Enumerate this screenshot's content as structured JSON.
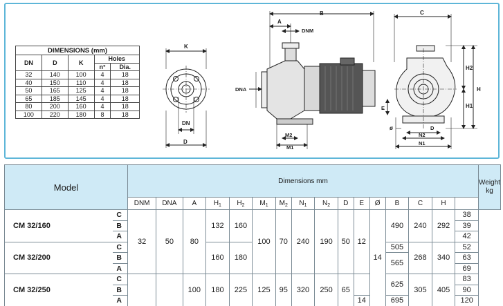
{
  "dimensions_table": {
    "title": "DIMENSIONS (mm)",
    "headers": {
      "dn": "DN",
      "d": "D",
      "k": "K",
      "holes": "Holes",
      "n": "n°",
      "dia": "Dia."
    },
    "rows": [
      [
        "32",
        "140",
        "100",
        "4",
        "18"
      ],
      [
        "40",
        "150",
        "110",
        "4",
        "18"
      ],
      [
        "50",
        "165",
        "125",
        "4",
        "18"
      ],
      [
        "65",
        "185",
        "145",
        "4",
        "18"
      ],
      [
        "80",
        "200",
        "160",
        "4",
        "18"
      ],
      [
        "100",
        "220",
        "180",
        "8",
        "18"
      ]
    ]
  },
  "drawing_labels": {
    "flange_k": "K",
    "flange_dn": "DN",
    "flange_d": "D",
    "side_b": "B",
    "side_a": "A",
    "side_dnm": "DNM",
    "side_dna": "DNA",
    "side_m2": "M2",
    "side_m1": "M1",
    "front_c": "C",
    "front_h2": "H2",
    "front_h": "H",
    "front_h1": "H1",
    "front_e": "E",
    "front_phi": "ø",
    "front_d": "D",
    "front_n2": "N2",
    "front_n1": "N1"
  },
  "main_table": {
    "model_header": "Model",
    "dimensions_header": "Dimensions mm",
    "weight_header_line1": "Weight",
    "weight_header_line2": "kg",
    "columns": {
      "dnm": "DNM",
      "dna": "DNA",
      "a": "A",
      "h1": "H",
      "h1_sub": "1",
      "h2": "H",
      "h2_sub": "2",
      "m1": "M",
      "m1_sub": "1",
      "m2": "M",
      "m2_sub": "2",
      "n1": "N",
      "n1_sub": "1",
      "n2": "N",
      "n2_sub": "2",
      "d": "D",
      "e": "E",
      "phi": "Ø",
      "b": "B",
      "c": "C",
      "h": "H"
    },
    "models": [
      {
        "name": "CM 32/160",
        "variants": [
          "C",
          "B",
          "A"
        ],
        "weights": [
          "38",
          "39",
          "42"
        ]
      },
      {
        "name": "CM 32/200",
        "variants": [
          "C",
          "B",
          "A"
        ],
        "weights": [
          "52",
          "63",
          "69"
        ]
      },
      {
        "name": "CM 32/250",
        "variants": [
          "C",
          "B",
          "A"
        ],
        "weights": [
          "83",
          "90",
          "120"
        ]
      }
    ],
    "values": {
      "dnm": "32",
      "dna": "50",
      "a_top": "80",
      "a_bottom": "100",
      "h1_160": "132",
      "h2_160": "160",
      "h1_200": "160",
      "h2_200": "180",
      "h1_250": "180",
      "h2_250": "225",
      "m1_top": "100",
      "m2_top": "70",
      "n1_top": "240",
      "n2_top": "190",
      "d_top": "50",
      "e_top": "12",
      "m1_250": "125",
      "m2_250": "95",
      "n1_250": "320",
      "n2_250": "250",
      "d_250": "65",
      "e_250": "14",
      "phi": "14",
      "b_160": "490",
      "b_200a": "505",
      "b_200b": "565",
      "b_250a": "625",
      "b_250b": "695",
      "c_160": "240",
      "h_160": "292",
      "c_200": "268",
      "h_200": "340",
      "c_250": "305",
      "h_250": "405"
    }
  }
}
